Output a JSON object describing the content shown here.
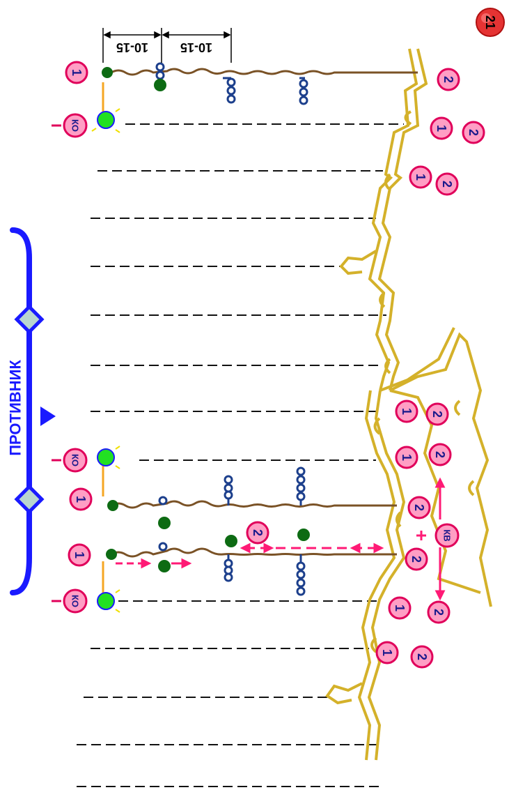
{
  "page_badge": "21",
  "enemy_label": "ПРОТИВНИК",
  "distance_labels": [
    "10-15",
    "10-15"
  ],
  "unit_labels": {
    "first": "1",
    "second": "2",
    "observer": "КО",
    "commander": "КВ"
  },
  "colors": {
    "trench": "#d4b12a",
    "enemy": "#1a1aff",
    "marker_fill": "#ff9ec4",
    "marker_stroke": "#e0005a",
    "arrow": "#ff1a75",
    "mine": "#0d6b13",
    "wire": "#7a5226",
    "observer_dot": "#22e022",
    "observer_link": "#f5a623",
    "badge": "#e53333"
  }
}
